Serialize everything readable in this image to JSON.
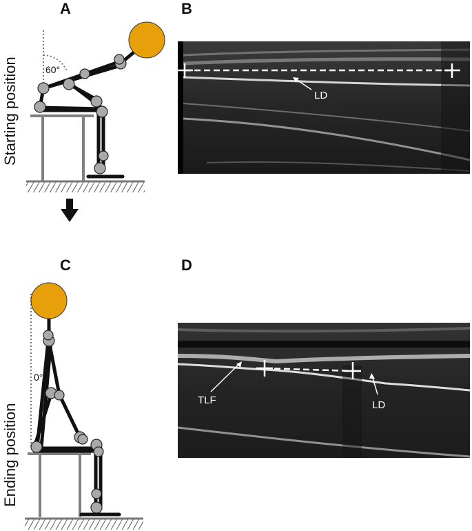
{
  "panels": {
    "a": {
      "letter": "A",
      "position_label": "Starting position",
      "angle_label": "60°"
    },
    "b": {
      "letter": "B",
      "labels": [
        "LD"
      ]
    },
    "c": {
      "letter": "C",
      "position_label": "Ending position",
      "angle_label": "0°"
    },
    "d": {
      "letter": "D",
      "labels": [
        "TLF",
        "LD"
      ]
    }
  },
  "colors": {
    "head": "#E8A00A",
    "joint": "#A9A9A9",
    "chair": "#808080",
    "limb": "#111111",
    "ultrasound_bg": "#1e1e1e"
  },
  "icons": [
    "down-arrow-icon",
    "hatched-floor"
  ]
}
